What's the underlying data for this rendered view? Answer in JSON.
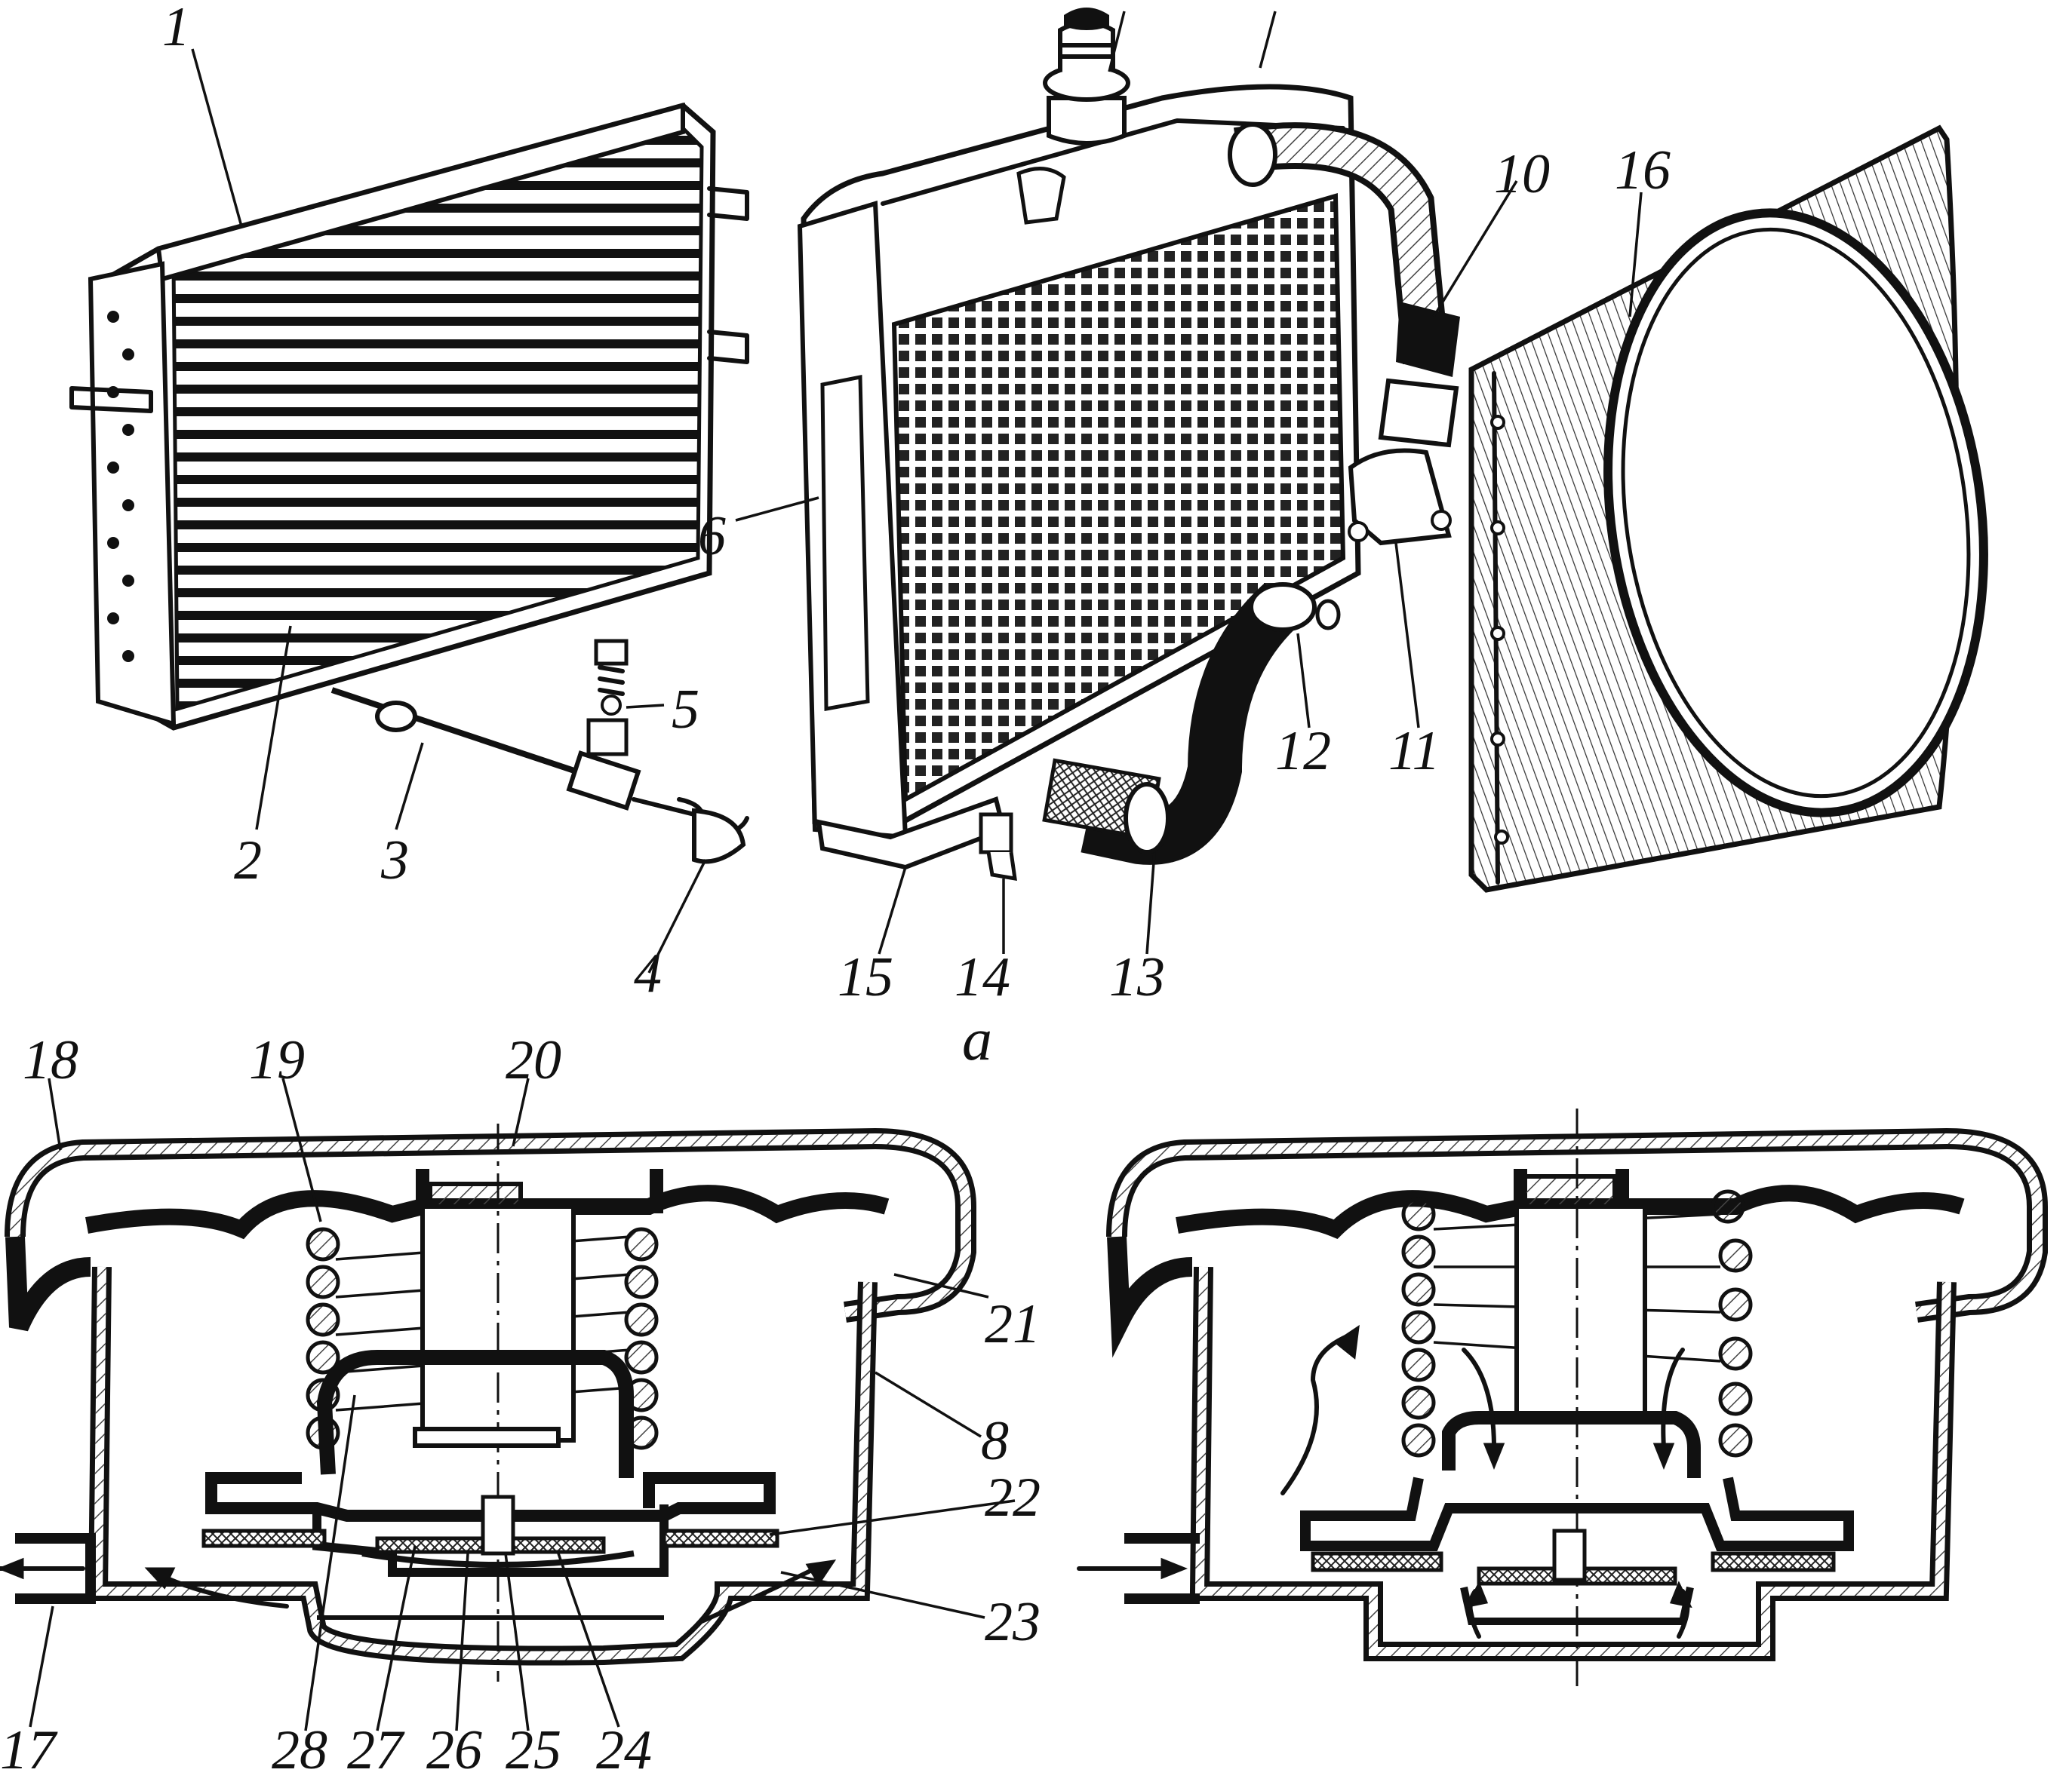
{
  "figure": {
    "caption": "a",
    "part_numbers": [
      "1",
      "2",
      "3",
      "4",
      "5",
      "6",
      "8",
      "10",
      "11",
      "12",
      "13",
      "14",
      "15",
      "16",
      "17",
      "18",
      "19",
      "20",
      "21",
      "22",
      "23",
      "24",
      "25",
      "26",
      "27",
      "28"
    ]
  },
  "colors": {
    "ink": "#111111",
    "background": "#ffffff",
    "hatch": "#444444"
  }
}
